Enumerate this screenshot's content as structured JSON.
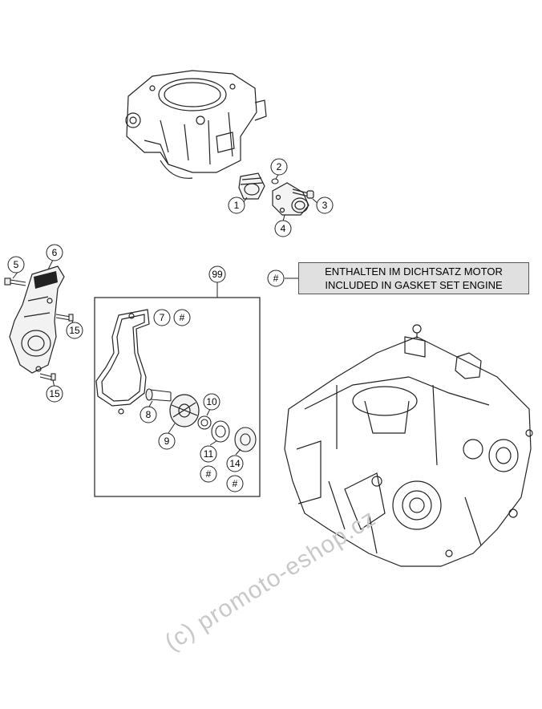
{
  "callouts": {
    "c1": "1",
    "c2": "2",
    "c3": "3",
    "c4": "4",
    "c5": "5",
    "c6": "6",
    "c7": "7",
    "c8": "8",
    "c9": "9",
    "c10": "10",
    "c11": "11",
    "c14": "14",
    "c15a": "15",
    "c15b": "15",
    "c99": "99",
    "hash_legend": "#",
    "hash7": "#",
    "hash11": "#",
    "hash14": "#"
  },
  "legend": {
    "line1": "ENTHALTEN IM DICHTSATZ MOTOR",
    "line2": "INCLUDED IN GASKET SET ENGINE"
  },
  "watermark": "(c) promoto-eshop.cz"
}
